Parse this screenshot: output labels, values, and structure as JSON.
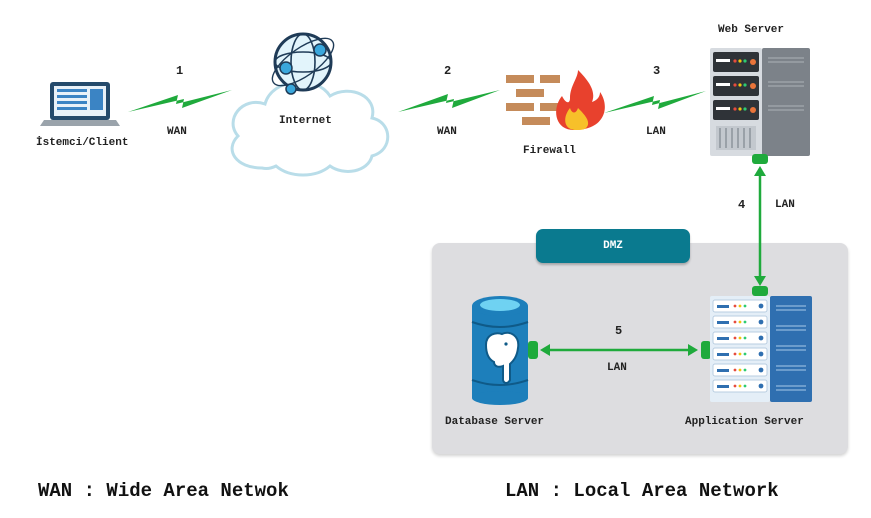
{
  "nodes": {
    "client": "İstemci/Client",
    "internet": "Internet",
    "firewall": "Firewall",
    "web_server": "Web Server",
    "database_server": "Database Server",
    "application_server": "Application Server"
  },
  "zone": {
    "dmz": "DMZ"
  },
  "links": [
    {
      "step": "1",
      "type": "WAN"
    },
    {
      "step": "2",
      "type": "WAN"
    },
    {
      "step": "3",
      "type": "LAN"
    },
    {
      "step": "4",
      "type": "LAN"
    },
    {
      "step": "5",
      "type": "LAN"
    }
  ],
  "legend": {
    "wan": "WAN : Wide Area Netwok",
    "lan": "LAN : Local Area Network"
  },
  "colors": {
    "link_green": "#1faa3c",
    "dmz_teal": "#0a7a8f",
    "zone_gray": "#dddde0"
  },
  "icons": [
    "laptop-icon",
    "cloud-icon",
    "globe-icon",
    "firewall-icon",
    "server-rack-icon",
    "database-icon",
    "postgresql-elephant-icon"
  ]
}
